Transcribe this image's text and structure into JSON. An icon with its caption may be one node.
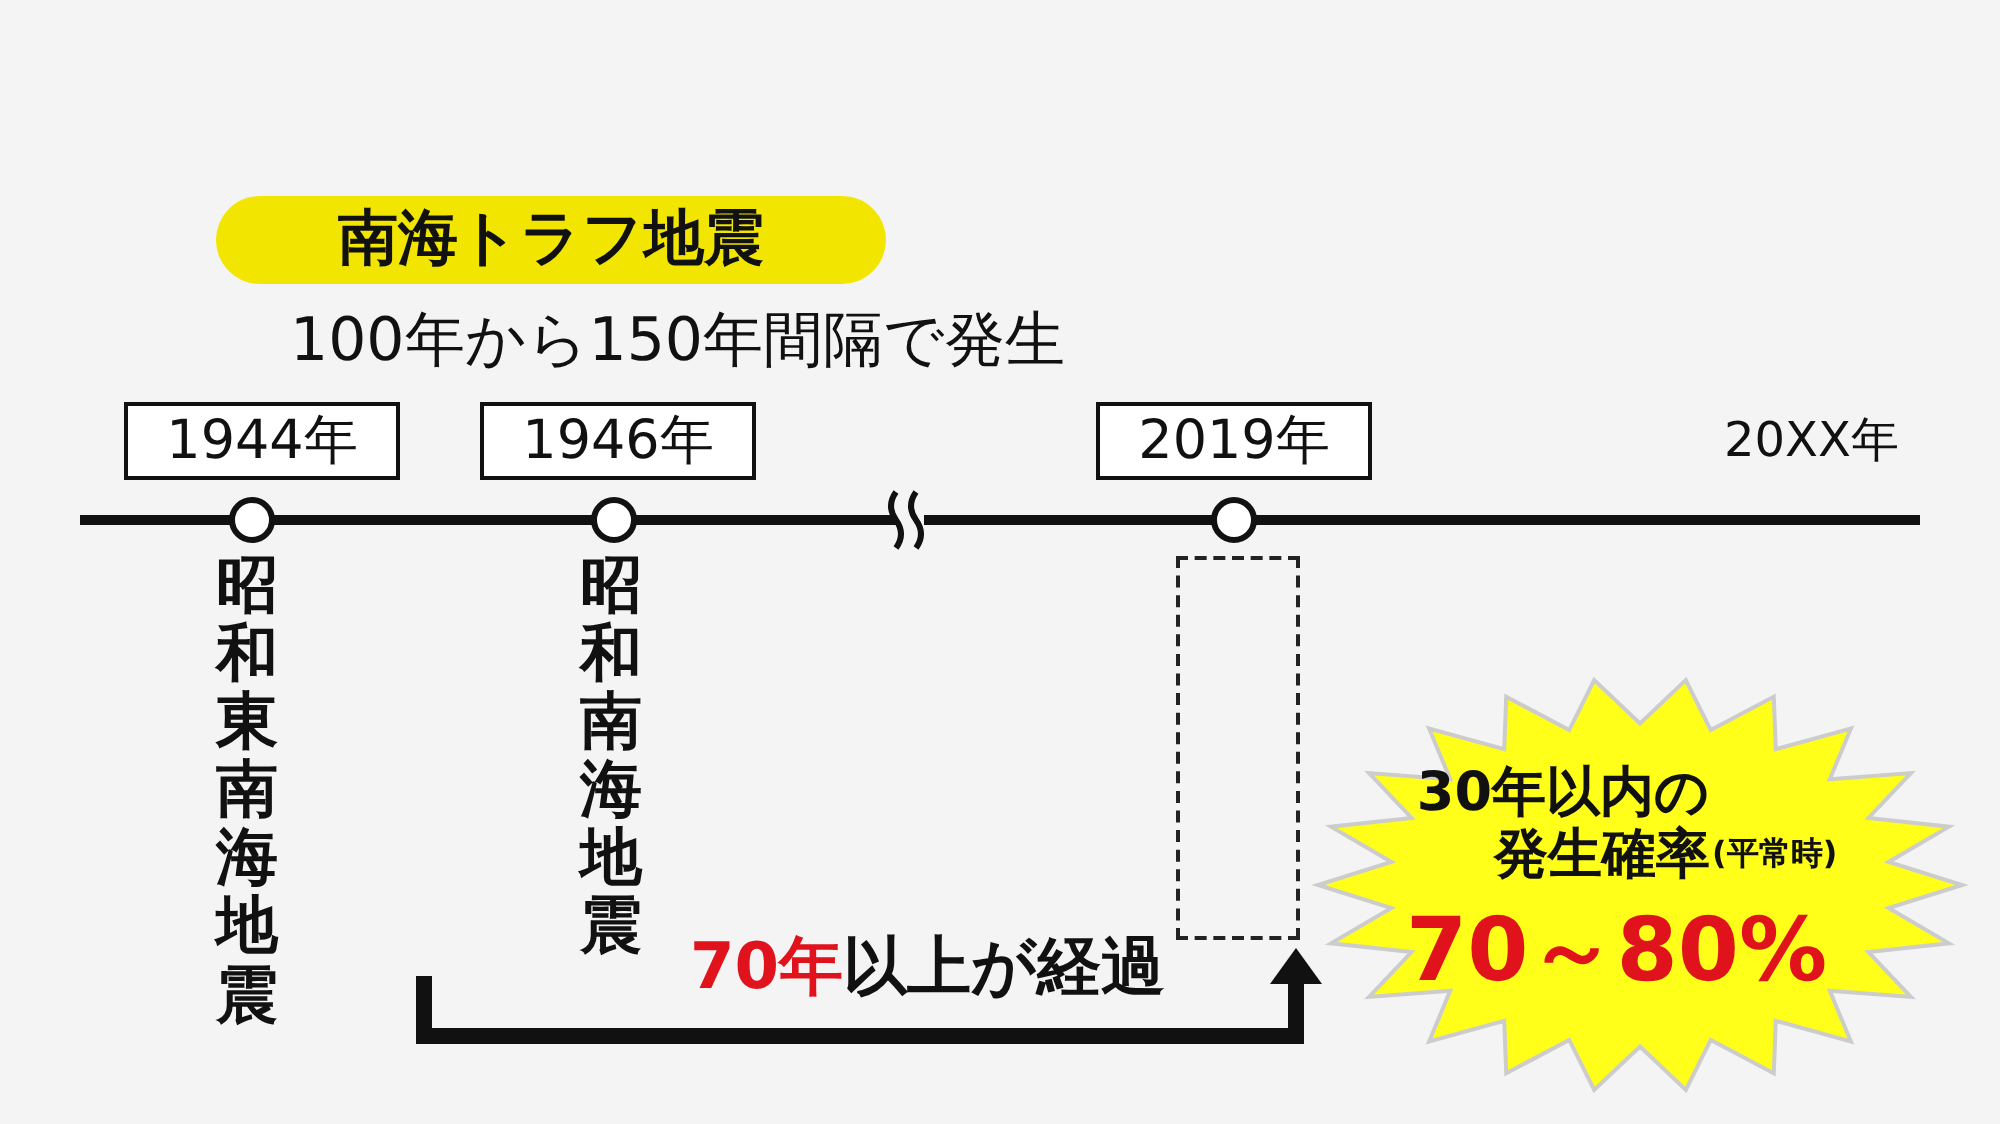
{
  "diagram": {
    "nodes": [
      {
        "text": [
          "南海トラフ地震"
        ]
      },
      {
        "text": [
          "1944年"
        ],
        "beside": [
          "昭和東南海地震"
        ]
      },
      {
        "text": [
          "1946年"
        ],
        "beside": [
          "昭和南海地震"
        ]
      },
      {
        "text": [
          "2019年"
        ]
      },
      {
        "text": [],
        "shape": "box"
      },
      {
        "text": [
          "30年以内の発生確率",
          "(平常時)",
          "70～80%"
        ]
      }
    ],
    "edges": [
      {
        "from": null,
        "to": 4,
        "arrow": "to",
        "label": "**70年**以上が経過"
      }
    ],
    "labels": [
      "100年から150年間隔で発生",
      "20XX年"
    ]
  }
}
